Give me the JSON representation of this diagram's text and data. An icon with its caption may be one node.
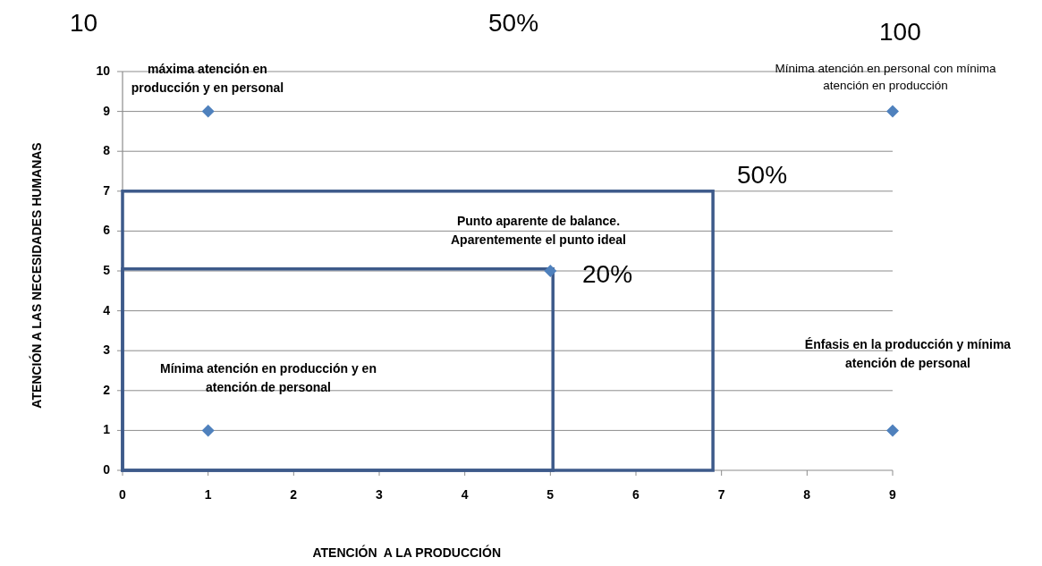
{
  "diagram": {
    "labels": [
      "10",
      "50%",
      "100",
      "50%",
      "20%"
    ],
    "chart_data": {
      "type": "scatter",
      "xlabel": "ATENCIÓN  A LA PRODUCCIÓN",
      "ylabel": "ATENCIÓN A LAS NECESIDADES HUMANAS",
      "x": [
        1,
        9,
        5,
        1,
        9
      ],
      "series": [
        {
          "color": "#4f81bd",
          "values": [
            9,
            9,
            5,
            1,
            1
          ]
        }
      ],
      "xlim": [
        0,
        9
      ],
      "ylim": [
        0,
        10
      ],
      "xticks": [
        0,
        1,
        2,
        3,
        4,
        5,
        6,
        7,
        8,
        9
      ],
      "yticks": [
        0,
        1,
        2,
        3,
        4,
        5,
        6,
        7,
        8,
        9,
        10
      ],
      "grid": true,
      "annotations": [
        "máxima atención en producción y en personal",
        "Mínima atención en personal con mínima atención en producción",
        "Punto aparente de balance. Aparentemente el punto ideal",
        "Mínima atención en producción y en atención de personal",
        "Énfasis en la producción y mínima atención de personal"
      ]
    }
  }
}
